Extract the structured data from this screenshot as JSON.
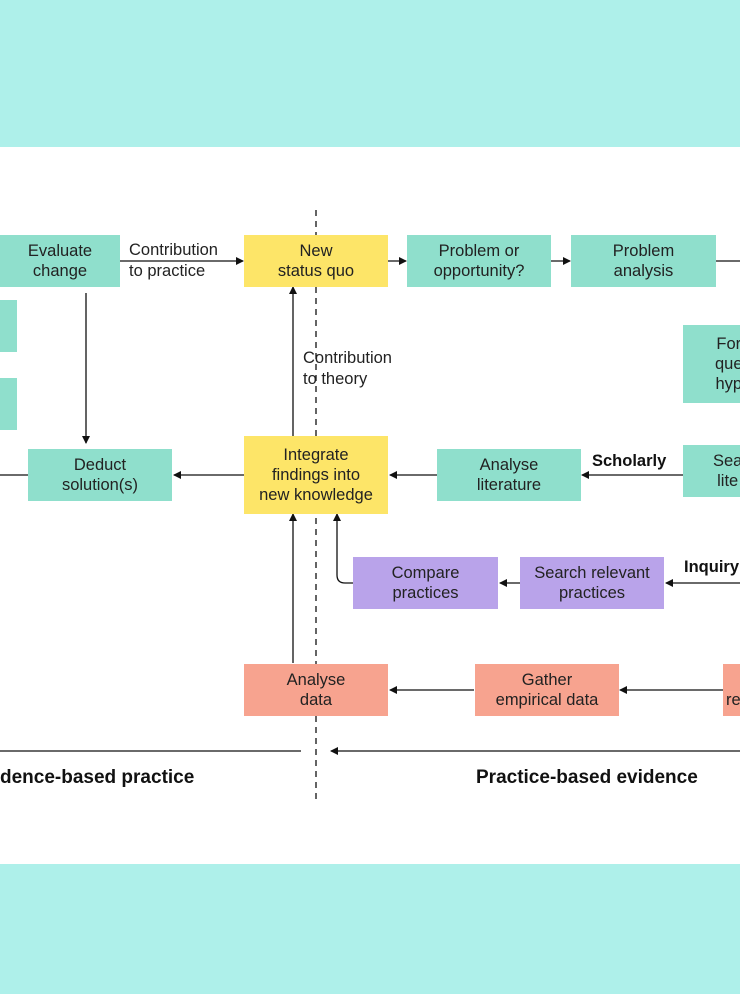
{
  "boxes": {
    "evaluate_change": "Evaluate\nchange",
    "new_status_quo": "New\nstatus quo",
    "problem_or_opportunity": "Problem or\nopportunity?",
    "problem_analysis": "Problem\nanalysis",
    "formulate_question_partial": "For\nque\nhyp",
    "deduct_solutions": "Deduct\nsolution(s)",
    "integrate_findings": "Integrate\nfindings into\nnew knowledge",
    "analyse_literature": "Analyse\nliterature",
    "search_literature_partial": "Sea\nlite",
    "compare_practices": "Compare\npractices",
    "search_relevant_practices": "Search relevant\npractices",
    "analyse_data": "Analyse\ndata",
    "gather_empirical_data": "Gather\nempirical data",
    "research_partial": "re"
  },
  "labels": {
    "contribution_to_practice": "Contribution\nto practice",
    "contribution_to_theory": "Contribution\nto theory",
    "scholarly": "Scholarly",
    "inquiry": "Inquiry",
    "evidence_based_practice": "dence-based practice",
    "practice_based_evidence": "Practice-based evidence"
  },
  "colors": {
    "teal": "#8fdfcc",
    "yellow": "#fde568",
    "purple": "#b9a3ea",
    "salmon": "#f7a38f",
    "band": "#aef0ea"
  }
}
